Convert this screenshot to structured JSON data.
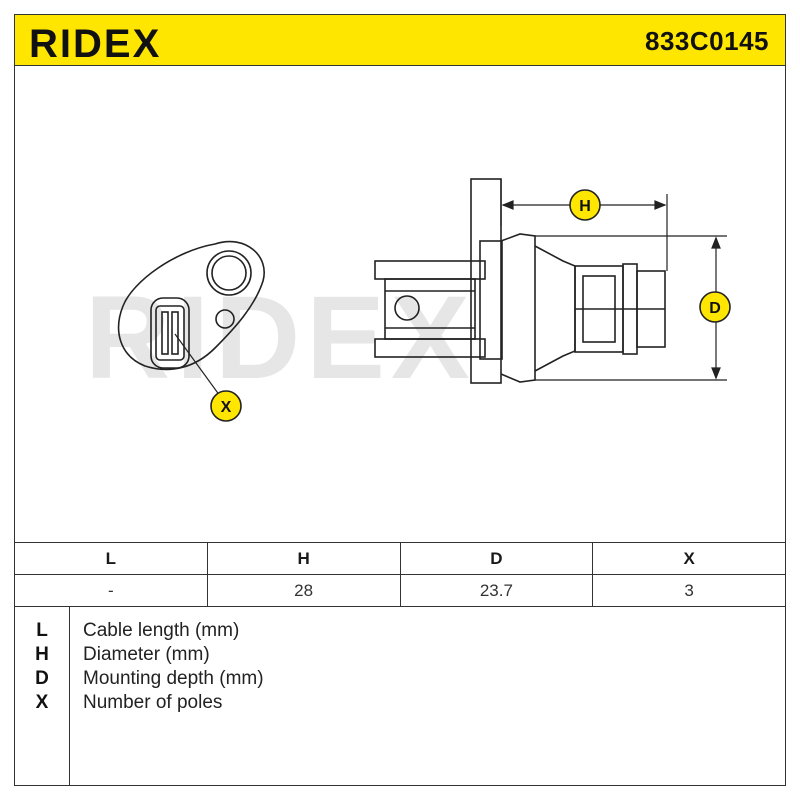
{
  "header": {
    "brand": "RIDEX",
    "part_number": "833C0145",
    "brand_color": "#ffe600"
  },
  "drawing": {
    "watermark": "RIDEX",
    "labels": {
      "h": "H",
      "d": "D",
      "x": "X"
    },
    "callout_color": "#ffe600"
  },
  "spec_table": {
    "columns": [
      "L",
      "H",
      "D",
      "X"
    ],
    "values": [
      "-",
      "28",
      "23.7",
      "3"
    ]
  },
  "legend": {
    "items": [
      {
        "key": "L",
        "text": "Cable length (mm)"
      },
      {
        "key": "H",
        "text": "Diameter (mm)"
      },
      {
        "key": "D",
        "text": "Mounting depth (mm)"
      },
      {
        "key": "X",
        "text": "Number of poles"
      }
    ]
  }
}
